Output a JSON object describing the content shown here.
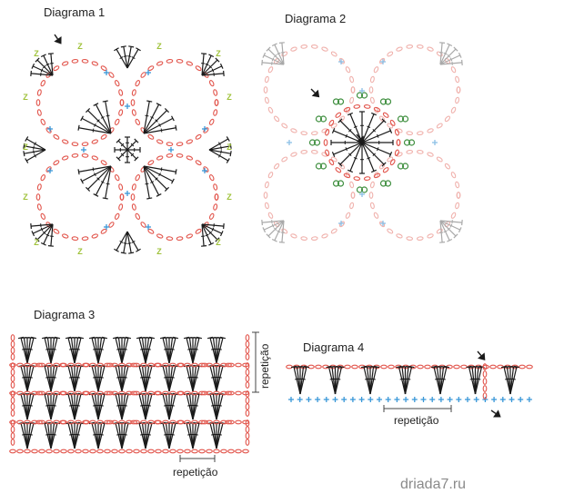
{
  "diagrams": [
    {
      "title": "Diagrama 1"
    },
    {
      "title": "Diagrama 2"
    },
    {
      "title": "Diagrama 3",
      "repeat_label": "repetição",
      "repeat_label_vertical": "repetição"
    },
    {
      "title": "Diagrama 4",
      "repeat_label": "repetição"
    }
  ],
  "symbols": {
    "corner_mark": "Z",
    "plus": "+"
  },
  "watermark": "driada7.ru",
  "colors": {
    "chain": "#e2564d",
    "chain_faded": "#f0b2ad",
    "stitch": "#1a1a1a",
    "stitch_faded": "#a9a9a9",
    "plus": "#3a98d8",
    "corner": "#9fc23a",
    "green_loop": "#3f8f3f",
    "bracket": "#444444"
  }
}
